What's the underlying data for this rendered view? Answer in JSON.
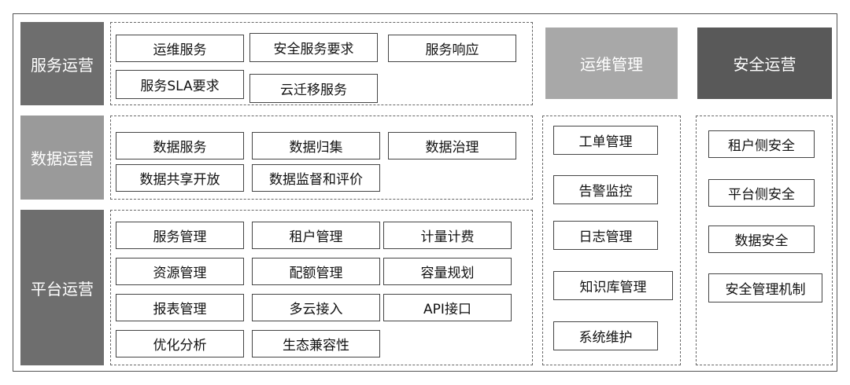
{
  "categories": {
    "service_ops": "服务运营",
    "data_ops": "数据运营",
    "platform_ops": "平台运营",
    "ops_mgmt": "运维管理",
    "security_ops": "安全运营"
  },
  "service_ops_items": [
    "运维服务",
    "安全服务要求",
    "服务响应",
    "服务SLA要求",
    "云迁移服务"
  ],
  "data_ops_items": [
    "数据服务",
    "数据归集",
    "数据治理",
    "数据共享开放",
    "数据监督和评价"
  ],
  "platform_ops_items": [
    "服务管理",
    "租户管理",
    "计量计费",
    "资源管理",
    "配额管理",
    "容量规划",
    "报表管理",
    "多云接入",
    "API接口",
    "优化分析",
    "生态兼容性"
  ],
  "ops_mgmt_items": [
    "工单管理",
    "告警监控",
    "日志管理",
    "知识库管理",
    "系统维护"
  ],
  "security_ops_items": [
    "租户侧安全",
    "平台侧安全",
    "数据安全",
    "安全管理机制"
  ],
  "colors": {
    "dark_gray": "#6e6e6e",
    "mid_gray": "#9a9a9a",
    "light_gray": "#a8a8a8",
    "darker_gray": "#595959"
  }
}
